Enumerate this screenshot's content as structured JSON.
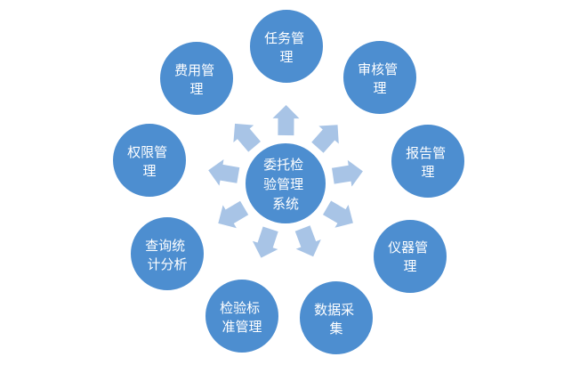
{
  "colors": {
    "node_fill": "#4d8ed0",
    "node_stroke": "#ffffff",
    "arrow_fill": "#a8c4e6",
    "label_text": "#ffffff",
    "background": "#ffffff"
  },
  "center": {
    "label_lines": [
      "委托检",
      "验管理",
      "系统"
    ]
  },
  "nodes": [
    {
      "id": "task",
      "label_lines": [
        "任务管",
        "理"
      ]
    },
    {
      "id": "review",
      "label_lines": [
        "审核管",
        "理"
      ]
    },
    {
      "id": "report",
      "label_lines": [
        "报告管",
        "理"
      ]
    },
    {
      "id": "instrument",
      "label_lines": [
        "仪器管",
        "理"
      ]
    },
    {
      "id": "datacollect",
      "label_lines": [
        "数据采",
        "集"
      ]
    },
    {
      "id": "standard",
      "label_lines": [
        "检验标",
        "准管理"
      ]
    },
    {
      "id": "stats",
      "label_lines": [
        "查询统",
        "计分析"
      ]
    },
    {
      "id": "permission",
      "label_lines": [
        "权限管",
        "理"
      ]
    },
    {
      "id": "fee",
      "label_lines": [
        "费用管",
        "理"
      ]
    }
  ]
}
